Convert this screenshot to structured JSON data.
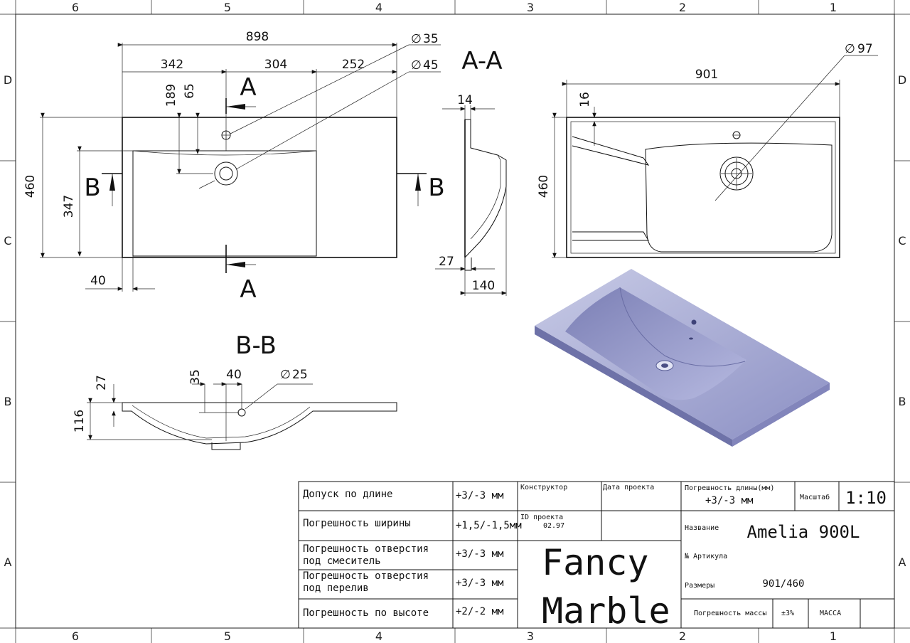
{
  "zones": {
    "columns": [
      "6",
      "5",
      "4",
      "3",
      "2",
      "1"
    ],
    "rows": [
      "D",
      "C",
      "B",
      "A"
    ]
  },
  "section_labels": {
    "aa": "A-A",
    "bb": "B-B",
    "a": "A",
    "b": "B"
  },
  "top_view": {
    "dims": {
      "total_width": "898",
      "left": "342",
      "middle": "304",
      "right": "252",
      "hole_small": "35",
      "hole_large": "45",
      "v189": "189",
      "v65": "65",
      "height": "460",
      "bowl": "347",
      "edge": "40"
    }
  },
  "section_aa": {
    "dims": {
      "top": "14",
      "bottom": "27",
      "depth": "140"
    }
  },
  "right_view": {
    "dims": {
      "width": "901",
      "hole": "97",
      "top": "16",
      "height": "460"
    }
  },
  "section_bb": {
    "dims": {
      "d35": "35",
      "d40": "40",
      "hole": "25",
      "d27": "27",
      "d116": "116"
    }
  },
  "diameter_symbol": "∅",
  "title_block": {
    "tolerances": [
      {
        "label": "Допуск по длине",
        "value": "+3/-3 мм"
      },
      {
        "label": "Погрешность ширины",
        "value": "+1,5/-1,5мм"
      },
      {
        "label_1": "Погрешность отверстия",
        "label_2": "под смеситель",
        "value": "+3/-3 мм"
      },
      {
        "label_1": "Погрешность отверстия",
        "label_2": "под перелив",
        "value": "+3/-3 мм"
      },
      {
        "label": "Погрешность по высоте",
        "value": "+2/-2 мм"
      }
    ],
    "designer_label": "Конструктор",
    "date_label": "Дата проекта",
    "project_id_label": "ID проекта",
    "project_id_value": "02.97",
    "brand_line1": "Fancy",
    "brand_line2": "Marble",
    "length_tolerance_label": "Погрешность длины(мм)",
    "length_tolerance_value": "+3/-3 мм",
    "scale_label": "Масштаб",
    "scale_value": "1:10",
    "name_label": "Название",
    "name_value": "Amelia 900L",
    "article_label": "№ Артикула",
    "size_label": "Размеры",
    "size_value": "901/460",
    "mass_tolerance_label": "Погрешность массы",
    "mass_tolerance_value": "±3%",
    "mass_label": "МАССА"
  }
}
